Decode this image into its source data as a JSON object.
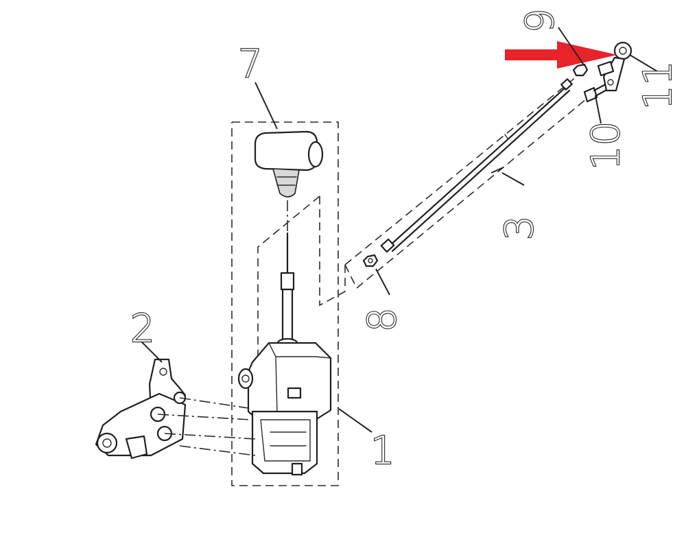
{
  "diagram": {
    "part_numbers": [
      {
        "key": "p7",
        "label": "7"
      },
      {
        "key": "p2",
        "label": "2"
      },
      {
        "key": "p1",
        "label": "1"
      },
      {
        "key": "p3",
        "label": "3"
      },
      {
        "key": "p8",
        "label": "8"
      },
      {
        "key": "p9",
        "label": "9"
      },
      {
        "key": "p10",
        "label": "10"
      },
      {
        "key": "p11",
        "label": "11"
      }
    ],
    "highlight_arrow": {
      "color": "#e8232a",
      "target_part": "9"
    }
  }
}
